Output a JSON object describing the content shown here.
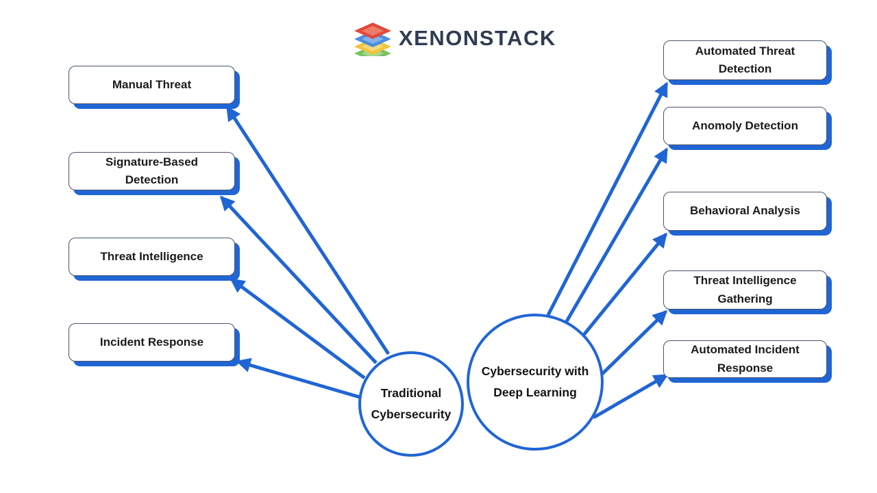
{
  "brand": {
    "wordmark": "XENONSTACK",
    "wordmark_color": "#303c52",
    "logo_icon": "stacked-diamond-layers",
    "logo_layer_colors": [
      "#e2493b",
      "#4d8ede",
      "#f0c53d",
      "#78c262"
    ]
  },
  "palette": {
    "accent_blue": "#2065d4",
    "box_border": "#49536b",
    "box_background": "#ffffff",
    "text_dark": "#1b1b1d"
  },
  "traditional": {
    "hub": {
      "line1": "Traditional",
      "line2": "Cybersecurity"
    },
    "items": [
      {
        "line1": "Manual Threat",
        "line2": ""
      },
      {
        "line1": "Signature-Based",
        "line2": "Detection"
      },
      {
        "line1": "Threat Intelligence",
        "line2": ""
      },
      {
        "line1": "Incident Response",
        "line2": ""
      }
    ]
  },
  "deep_learning": {
    "hub": {
      "line1": "Cybersecurity with",
      "line2": "Deep Learning"
    },
    "items": [
      {
        "line1": "Automated Threat",
        "line2": "Detection"
      },
      {
        "line1": "Anomoly Detection",
        "line2": ""
      },
      {
        "line1": "Behavioral Analysis",
        "line2": ""
      },
      {
        "line1": "Threat Intelligence",
        "line2": "Gathering"
      },
      {
        "line1": "Automated Incident",
        "line2": "Response"
      }
    ]
  }
}
